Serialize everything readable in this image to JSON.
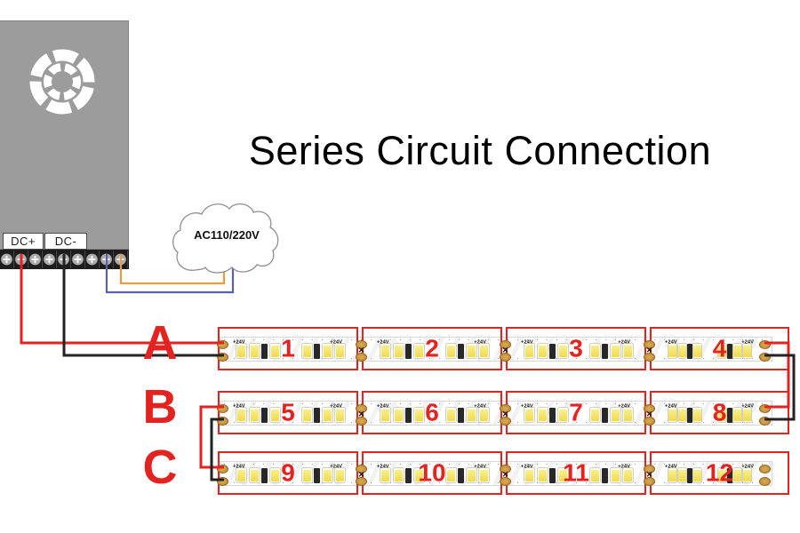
{
  "title": "Series Circuit Connection",
  "power_supply": {
    "dc_plus": "DC+",
    "dc_minus": "DC-",
    "terminal_count": 9
  },
  "ac_source": {
    "label": "AC110/220V"
  },
  "strip_marking": "+24V",
  "rows": [
    {
      "label": "A",
      "segments": [
        {
          "num": "1"
        },
        {
          "num": "2"
        },
        {
          "num": "3"
        },
        {
          "num": "4"
        }
      ]
    },
    {
      "label": "B",
      "segments": [
        {
          "num": "5"
        },
        {
          "num": "6"
        },
        {
          "num": "7"
        },
        {
          "num": "8"
        }
      ]
    },
    {
      "label": "C",
      "segments": [
        {
          "num": "9"
        },
        {
          "num": "10"
        },
        {
          "num": "11"
        },
        {
          "num": "12"
        }
      ]
    }
  ],
  "colors": {
    "accent_red": "#e42320",
    "psu_gray": "#9c9c9c",
    "led_yellow": "#f2d94f",
    "pad_copper": "#c9953d",
    "wires": {
      "dc_positive": "#e42320",
      "dc_negative": "#222222",
      "ac_live": "#f09a3e",
      "ac_neutral": "#5a5fae"
    }
  }
}
